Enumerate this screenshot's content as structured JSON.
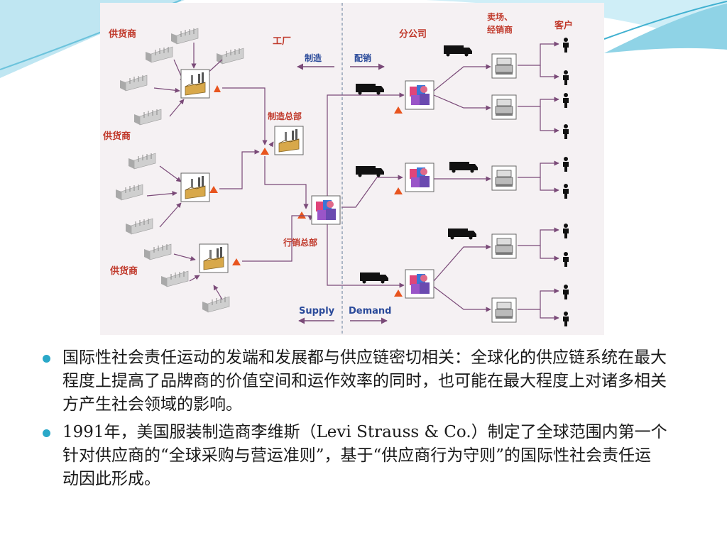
{
  "slide": {
    "accent_color": "#2aa8c8",
    "bullets": [
      "国际性社会责任运动的发端和发展都与供应链密切相关：全球化的供应链系统在最大程度上提高了品牌商的价值空间和运作效率的同时，也可能在最大程度上对诸多相关方产生社会领域的影响。",
      "1991年，美国服装制造商李维斯（Levi Strauss & Co.）制定了全球范围内第一个针对供应商的“全球采购与营运准则”，基于“供应商行为守则”的国际性社会责任运动因此形成。"
    ]
  },
  "diagram": {
    "supplier_labels": [
      "供货商",
      "供货商",
      "供货商"
    ],
    "factory_label": "工厂",
    "manufacturing_arrow_label": "制造",
    "distribution_arrow_label": "配销",
    "branch_label": "分公司",
    "store_label_line1": "卖场、",
    "store_label_line2": "经销商",
    "customer_label": "客户",
    "manufacturing_hq_label": "制造总部",
    "marketing_hq_label": "行销总部",
    "supply_label": "Supply",
    "demand_label": "Demand",
    "colors": {
      "arrow": "#7a4a78",
      "triangle": "#e8541e",
      "dashed_divider": "#7b8fa8",
      "flow_label": "#2a4a9a",
      "label_text": "#c0392b"
    }
  }
}
